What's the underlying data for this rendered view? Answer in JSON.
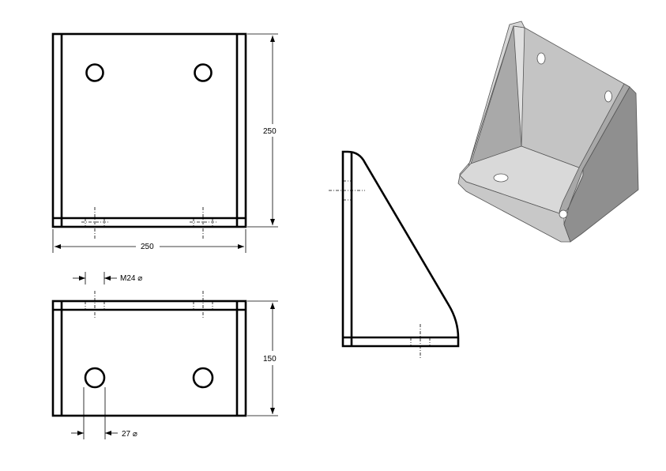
{
  "dimensions": {
    "front_width": "250",
    "front_height": "250",
    "plan_depth": "150",
    "thread": "M24 ⌀",
    "hole": "27 ⌀"
  },
  "colors": {
    "line": "#000000",
    "iso_top": "#d9d9d9",
    "iso_face": "#b8b8b8",
    "iso_dark": "#8c8c8c"
  }
}
